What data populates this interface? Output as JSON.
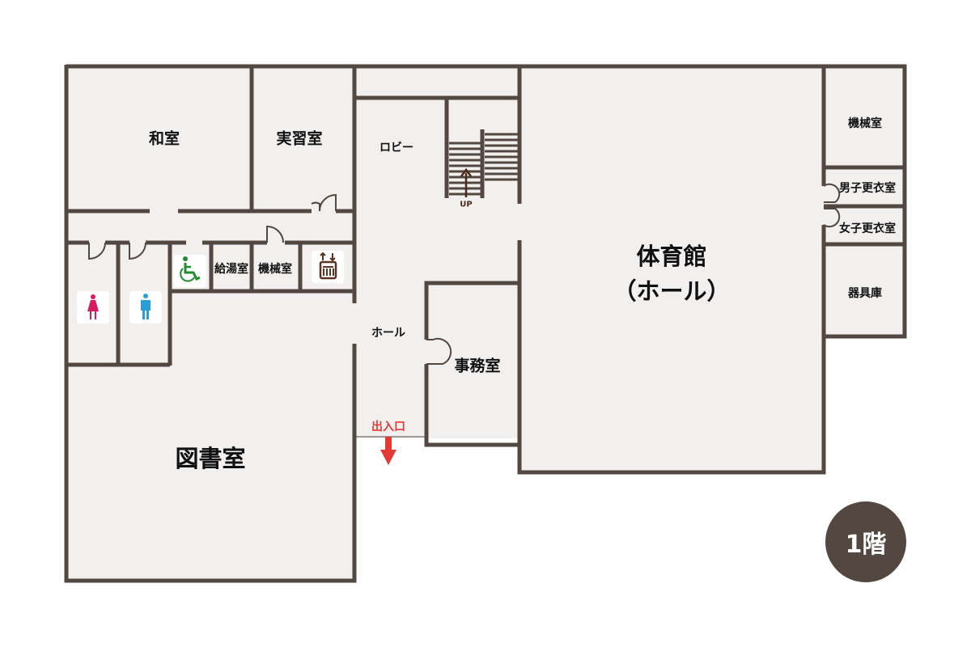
{
  "rooms": {
    "washitsu": "和室",
    "jisshu": "実習室",
    "lobby": "ロビー",
    "gym_title": "体育館",
    "gym_sub": "（ホール）",
    "machine_right": "機械室",
    "men_locker": "男子更衣室",
    "women_locker": "女子更衣室",
    "equipment": "器具庫",
    "kyuto": "給湯室",
    "machine_left": "機械室",
    "hall": "ホール",
    "office": "事務室",
    "library": "図書室"
  },
  "stairs_label": "UP",
  "entrance_label": "出入口",
  "floor_badge": "1階",
  "colors": {
    "wall": "#534741",
    "floor": "#f2f0ee",
    "entrance": "#e53935",
    "women": "#d81b60",
    "men": "#2a9fd6",
    "accessible": "#1e8c2e",
    "elevator": "#5a3420"
  }
}
